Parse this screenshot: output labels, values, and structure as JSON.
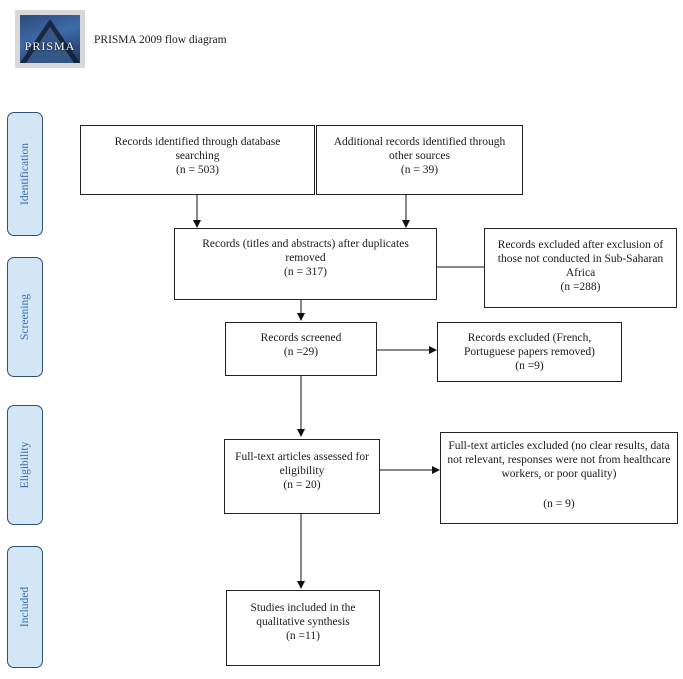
{
  "logo": {
    "text": "PRISMA"
  },
  "header": {
    "title": "PRISMA 2009 flow diagram"
  },
  "phases": {
    "identification": "Identification",
    "screening": "Screening",
    "eligibility": "Eligibility",
    "included": "Included"
  },
  "boxes": {
    "db_search": {
      "text": "Records identified through database searching",
      "count": "(n = 503)"
    },
    "other_sources": {
      "text": "Additional records identified through other sources",
      "count": "(n = 39)"
    },
    "duplicates_removed": {
      "text": "Records (titles and abstracts) after duplicates removed",
      "count": "(n = 317)"
    },
    "excluded_region": {
      "text": "Records excluded after exclusion of those not conducted in Sub-Saharan Africa",
      "count": "(n =288)"
    },
    "screened": {
      "text": "Records screened",
      "count": "(n =29)"
    },
    "excluded_language": {
      "text": "Records excluded (French, Portuguese papers removed)",
      "count": "(n =9)"
    },
    "fulltext_assessed": {
      "text": "Full-text articles assessed for eligibility",
      "count": "(n = 20)"
    },
    "fulltext_excluded": {
      "text": "Full-text articles excluded (no clear results, data not relevant, responses were not from healthcare workers, or poor quality)",
      "count": "(n = 9)"
    },
    "included_studies": {
      "text": "Studies included in the qualitative synthesis",
      "count": "(n =11)"
    }
  }
}
